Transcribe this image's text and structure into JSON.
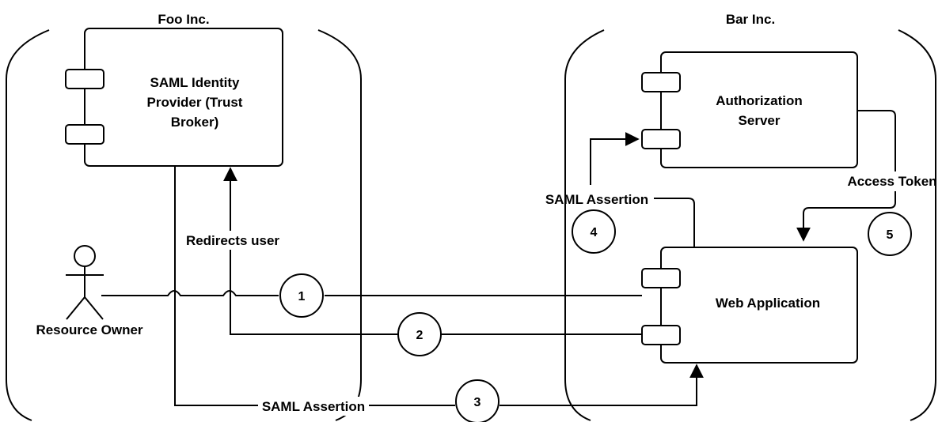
{
  "org_left": {
    "title": "Foo Inc."
  },
  "org_right": {
    "title": "Bar Inc."
  },
  "components": {
    "idp": {
      "line1": "SAML Identity",
      "line2": "Provider (Trust",
      "line3": "Broker)"
    },
    "authz": {
      "line1": "Authorization",
      "line2": "Server"
    },
    "webapp": {
      "label": "Web Application"
    }
  },
  "actor": {
    "label": "Resource Owner"
  },
  "edges": {
    "redirect": "Redirects user",
    "assertion_bottom": "SAML Assertion",
    "assertion_top": "SAML Assertion",
    "token": "Access Token"
  },
  "steps": [
    "1",
    "2",
    "3",
    "4",
    "5"
  ]
}
